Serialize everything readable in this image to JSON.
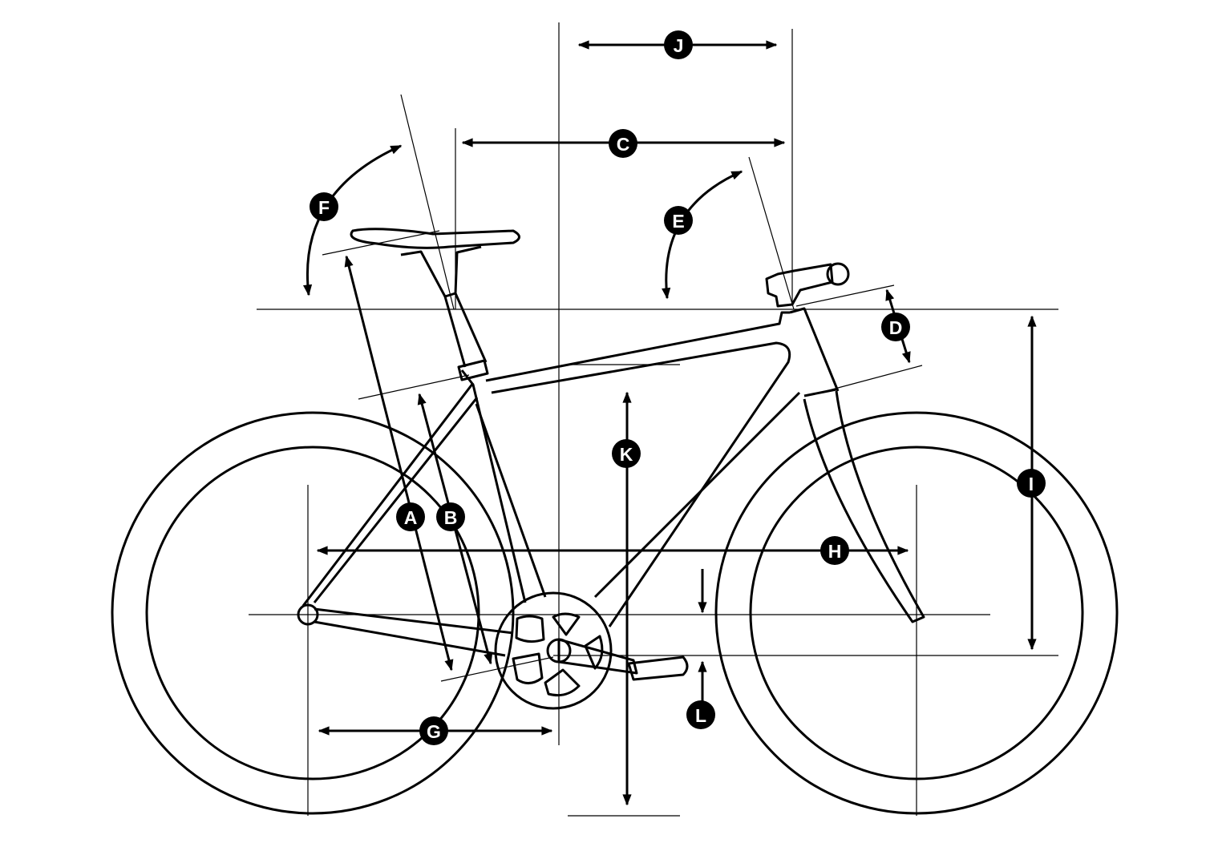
{
  "colors": {
    "ink": "#000000",
    "background": "#ffffff",
    "label_text": "#ffffff"
  },
  "labels": {
    "A": "A",
    "B": "B",
    "C": "C",
    "D": "D",
    "E": "E",
    "F": "F",
    "G": "G",
    "H": "H",
    "I": "I",
    "J": "J",
    "K": "K",
    "L": "L"
  }
}
